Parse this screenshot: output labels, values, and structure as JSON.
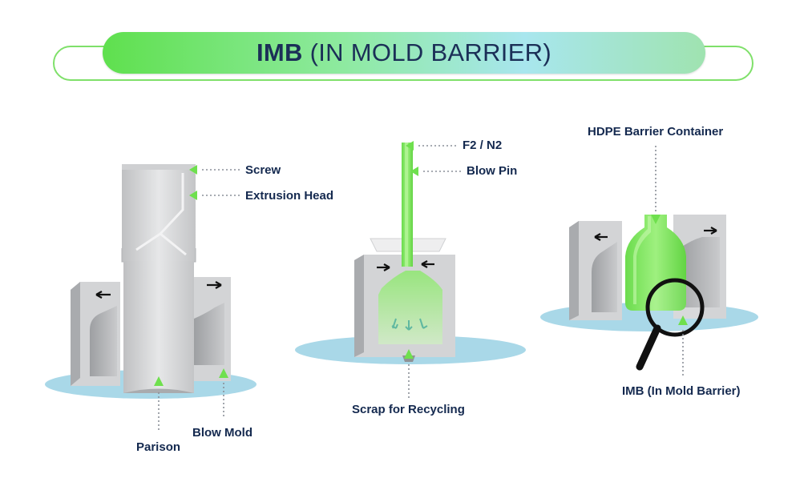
{
  "title": {
    "bold": "IMB",
    "rest": " (IN MOLD BARRIER)"
  },
  "labels": {
    "screw": "Screw",
    "extrusion_head": "Extrusion Head",
    "parison": "Parison",
    "blow_mold": "Blow Mold",
    "f2_n2": "F2 / N2",
    "blow_pin": "Blow Pin",
    "scrap": "Scrap for Recycling",
    "hdpe": "HDPE Barrier Container",
    "imb": "IMB (In Mold Barrier)"
  },
  "colors": {
    "accent_green": "#7fe06a",
    "title_text": "#1b2f57",
    "label_text": "#14294f",
    "base_blue": "#a9d8e8",
    "mold_gray": "#c8c9cb"
  }
}
